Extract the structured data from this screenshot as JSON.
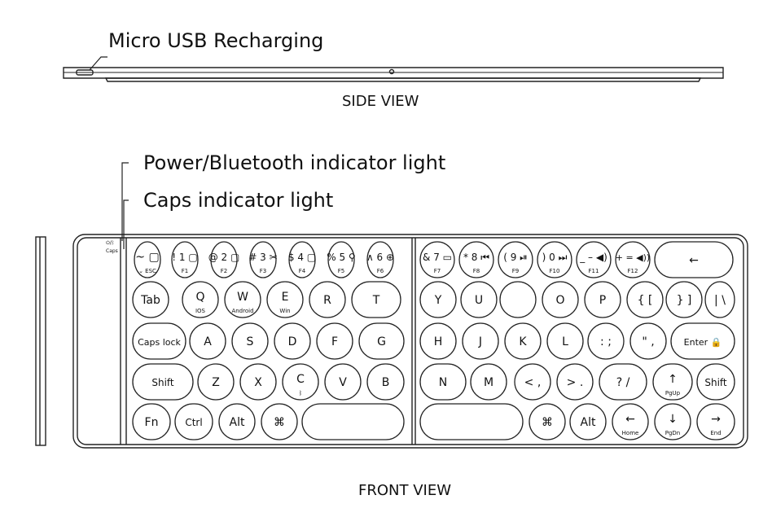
{
  "labels": {
    "usb": "Micro USB Recharging",
    "side_view": "SIDE VIEW",
    "power_light": "Power/Bluetooth indicator light",
    "caps_light": "Caps indicator light",
    "front_view": "FRONT VIEW",
    "tiny_power": "⏻/ᛒ",
    "tiny_caps": "Caps"
  },
  "keyboard": {
    "left": [
      [
        {
          "main": "~ ▢",
          "sub": "⌄ ESC"
        },
        {
          "main": "! 1 ▢",
          "sub": "F1"
        },
        {
          "main": "@ 2 ▢",
          "sub": "F2"
        },
        {
          "main": "# 3 ✂",
          "sub": "F3"
        },
        {
          "main": "$ 4 ▢",
          "sub": "F4"
        },
        {
          "main": "% 5 ⚲",
          "sub": "F5"
        },
        {
          "main": "∧ 6 ⊕",
          "sub": "F6"
        }
      ],
      [
        {
          "main": "Tab",
          "sub": ""
        },
        {
          "main": "Q",
          "sub": "IOS"
        },
        {
          "main": "W",
          "sub": "Android"
        },
        {
          "main": "E",
          "sub": "Win"
        },
        {
          "main": "R",
          "sub": ""
        },
        {
          "main": "T",
          "sub": ""
        }
      ],
      [
        {
          "main": "Caps lock",
          "sub": ""
        },
        {
          "main": "A",
          "sub": ""
        },
        {
          "main": "S",
          "sub": ""
        },
        {
          "main": "D",
          "sub": ""
        },
        {
          "main": "F",
          "sub": ""
        },
        {
          "main": "G",
          "sub": ""
        }
      ],
      [
        {
          "main": "Shift",
          "sub": ""
        },
        {
          "main": "Z",
          "sub": ""
        },
        {
          "main": "X",
          "sub": ""
        },
        {
          "main": "C",
          "sub": "ᛒ"
        },
        {
          "main": "V",
          "sub": ""
        },
        {
          "main": "B",
          "sub": ""
        }
      ],
      [
        {
          "main": "Fn",
          "sub": ""
        },
        {
          "main": "Ctrl",
          "sub": ""
        },
        {
          "main": "Alt",
          "sub": ""
        },
        {
          "main": "⌘",
          "sub": ""
        },
        {
          "main": "",
          "sub": ""
        }
      ]
    ],
    "right": [
      [
        {
          "main": "& 7 ▭",
          "sub": "F7"
        },
        {
          "main": "* 8 ⏮",
          "sub": "F8"
        },
        {
          "main": "( 9 ⏯",
          "sub": "F9"
        },
        {
          "main": ") 0 ⏭",
          "sub": "F10"
        },
        {
          "main": "_ – ◀)",
          "sub": "F11"
        },
        {
          "main": "+ = ◀))",
          "sub": "F12"
        },
        {
          "main": "←",
          "sub": ""
        }
      ],
      [
        {
          "main": "Y",
          "sub": ""
        },
        {
          "main": "U",
          "sub": ""
        },
        {
          "main": "",
          "sub": ""
        },
        {
          "main": "O",
          "sub": ""
        },
        {
          "main": "P",
          "sub": ""
        },
        {
          "main": "{ [",
          "sub": ""
        },
        {
          "main": "} ]",
          "sub": ""
        },
        {
          "main": "| \\",
          "sub": ""
        }
      ],
      [
        {
          "main": "H",
          "sub": ""
        },
        {
          "main": "J",
          "sub": ""
        },
        {
          "main": "K",
          "sub": ""
        },
        {
          "main": "L",
          "sub": ""
        },
        {
          "main": ": ;",
          "sub": ""
        },
        {
          "main": "\" ,",
          "sub": ""
        },
        {
          "main": "Enter 🔒",
          "sub": ""
        }
      ],
      [
        {
          "main": "N",
          "sub": ""
        },
        {
          "main": "M",
          "sub": ""
        },
        {
          "main": "< ,",
          "sub": ""
        },
        {
          "main": "> .",
          "sub": ""
        },
        {
          "main": "? /",
          "sub": ""
        },
        {
          "main": "↑",
          "sub": "PgUp"
        },
        {
          "main": "Shift",
          "sub": ""
        }
      ],
      [
        {
          "main": "",
          "sub": ""
        },
        {
          "main": "⌘",
          "sub": ""
        },
        {
          "main": "Alt",
          "sub": ""
        },
        {
          "main": "←",
          "sub": "Home"
        },
        {
          "main": "↓",
          "sub": "PgDn"
        },
        {
          "main": "→",
          "sub": "End"
        }
      ]
    ]
  }
}
